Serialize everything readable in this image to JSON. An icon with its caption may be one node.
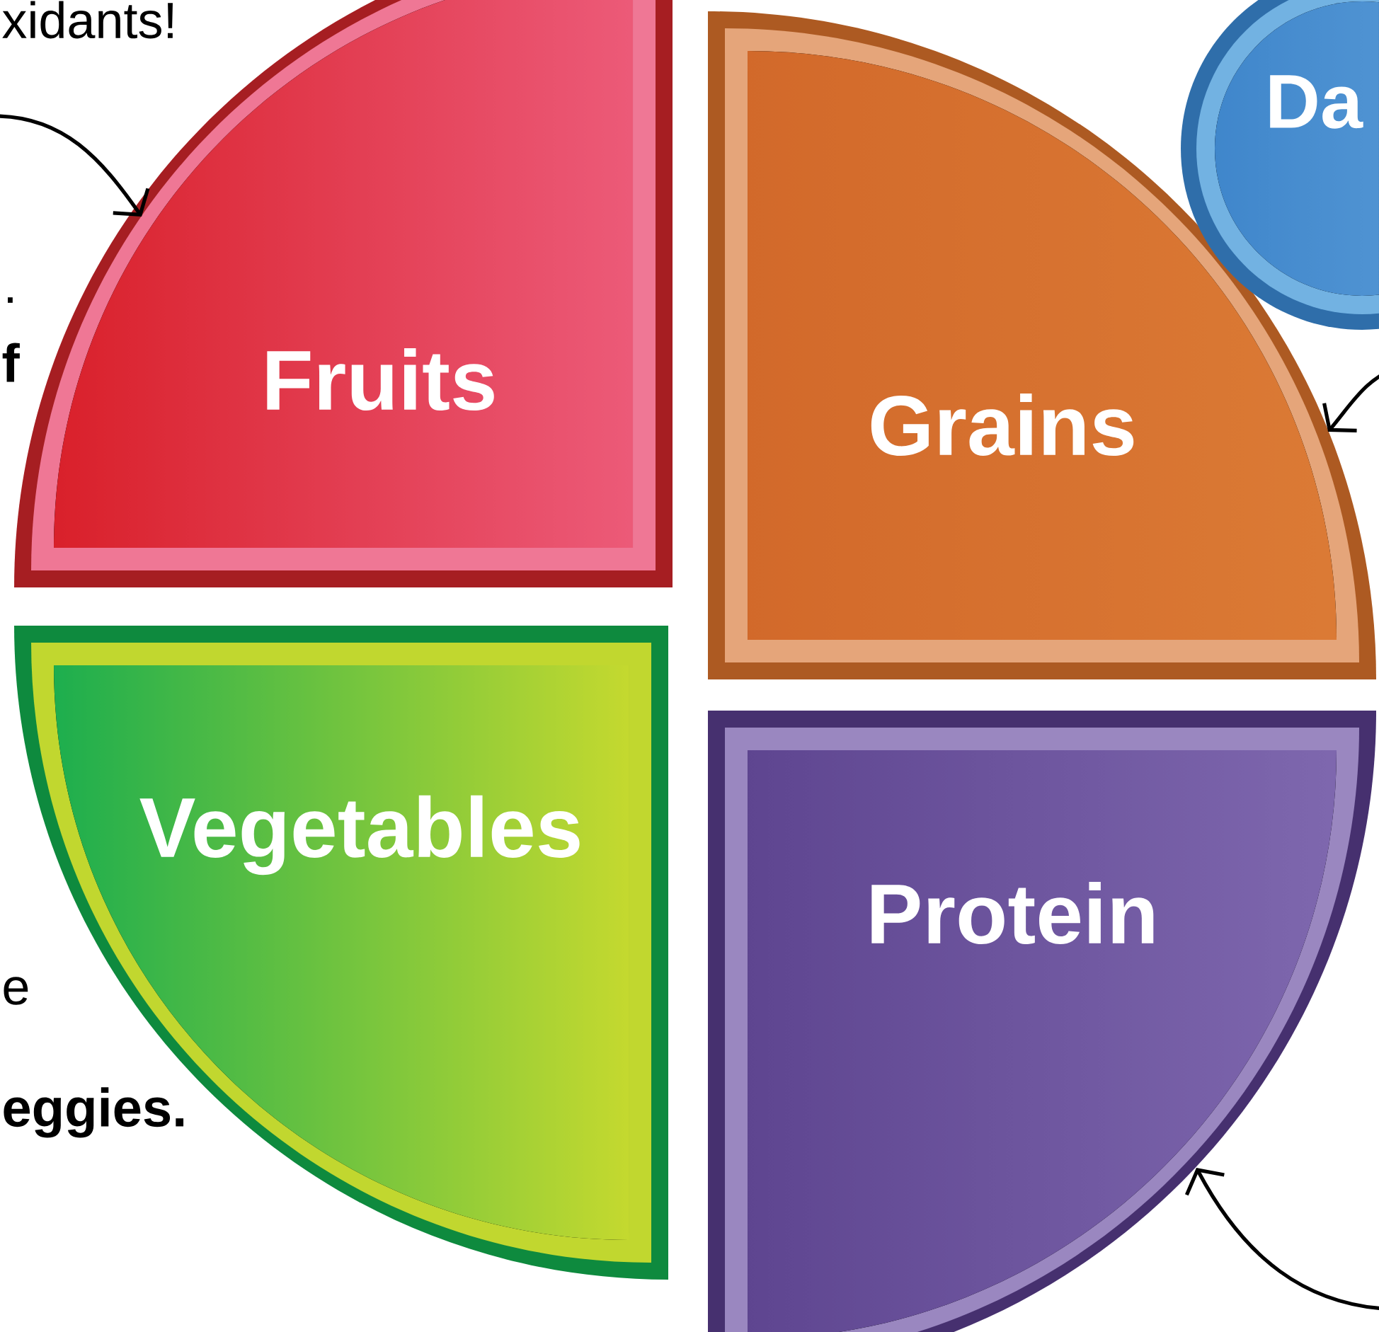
{
  "diagram": {
    "nodes": [
      {
        "text": [
          "Fruits"
        ]
      },
      {
        "text": [
          "Grains"
        ]
      },
      {
        "text": [
          "Vegetables"
        ]
      },
      {
        "text": [
          "Protein"
        ]
      },
      {
        "text": [
          "Da"
        ]
      }
    ],
    "edges": [
      {
        "from": null,
        "to": 0,
        "arrow": "to"
      },
      {
        "from": null,
        "to": 1,
        "arrow": "to"
      },
      {
        "from": null,
        "to": 3,
        "arrow": "to"
      }
    ],
    "labels": [
      "xidants!",
      ".",
      "f",
      "e",
      "eggies."
    ]
  }
}
